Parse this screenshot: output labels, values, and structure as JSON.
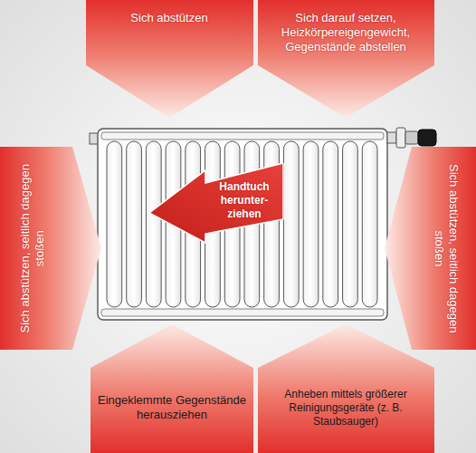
{
  "diagram": {
    "nodes": [
      {
        "text": [
          "Sich abstützen"
        ]
      },
      {
        "text": [
          "Sich darauf setzen, Heizkörpereigengewicht, Gegenstände abstellen"
        ]
      },
      {
        "text": [
          "Sich abstützen, seitlich dagegen stoßen"
        ]
      },
      {
        "text": [
          "Handtuch herunter- ziehen"
        ]
      },
      {
        "text": [
          "Sich abstützen, seitlich dagegen stoßen"
        ]
      },
      {
        "text": [
          "Eingeklemmte Gegenstände herausziehen"
        ]
      },
      {
        "text": [
          "Anheben mittels größerer Reinigungsgeräte (z. B. Staubsauger)"
        ]
      }
    ]
  }
}
